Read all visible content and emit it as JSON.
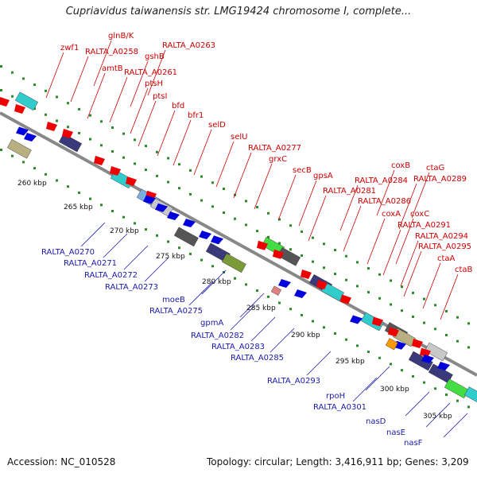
{
  "title": "Cupriavidus taiwanensis str. LMG19424 chromosome I, complete...",
  "accession": "Accession: NC_010528",
  "stats": "Topology: circular; Length: 3,416,911 bp; Genes: 3,209",
  "scale_labels": [
    "260 kbp",
    "265 kbp",
    "270 kbp",
    "275 kbp",
    "280 kbp",
    "285 kbp",
    "290 kbp",
    "295 kbp",
    "300 kbp",
    "305 kbp"
  ],
  "forward_labels": [
    "zwf1",
    "glnB/K",
    "RALTA_A0258",
    "gshB",
    "RALTA_A0263",
    "amtB",
    "RALTA_A0261",
    "ptsH",
    "ptsI",
    "bfd",
    "bfr1",
    "selD",
    "selU",
    "RALTA_A0277",
    "grxC",
    "secB",
    "gpsA",
    "RALTA_A0281",
    "coxB",
    "RALTA_A0284",
    "ctaG",
    "RALTA_A0289",
    "RALTA_A0286",
    "coxA",
    "coxC",
    "RALTA_A0291",
    "RALTA_A0294",
    "RALTA_A0295",
    "ctaA",
    "ctaB"
  ],
  "reverse_labels": [
    "RALTA_A0270",
    "RALTA_A0271",
    "RALTA_A0272",
    "RALTA_A0273",
    "moeB",
    "RALTA_A0275",
    "gpmA",
    "RALTA_A0282",
    "RALTA_A0283",
    "RALTA_A0285",
    "RALTA_A0293",
    "rpoH",
    "RALTA_A0301",
    "nasD",
    "nasE",
    "nasF"
  ],
  "colors": {
    "forward_label": "#cc0000",
    "reverse_label": "#1a1aaa",
    "cds_forward": "#ee0000",
    "cds_reverse": "#0000dd",
    "backbone": "#888888",
    "tick": "#2a8a2a"
  }
}
